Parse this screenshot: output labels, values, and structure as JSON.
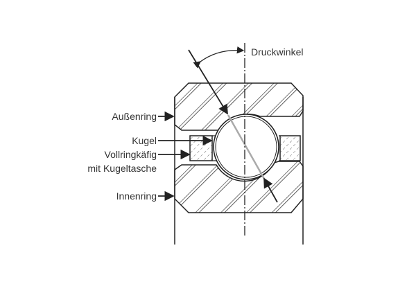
{
  "labels": {
    "pressure_angle": "Druckwinkel",
    "outer_ring": "Außenring",
    "ball": "Kugel",
    "cage_line1": "Vollringkäfig",
    "cage_line2": "mit Kugeltasche",
    "inner_ring": "Innenring"
  },
  "colors": {
    "line": "#222222",
    "text": "#333333",
    "contact_line": "#aaaaaa"
  }
}
